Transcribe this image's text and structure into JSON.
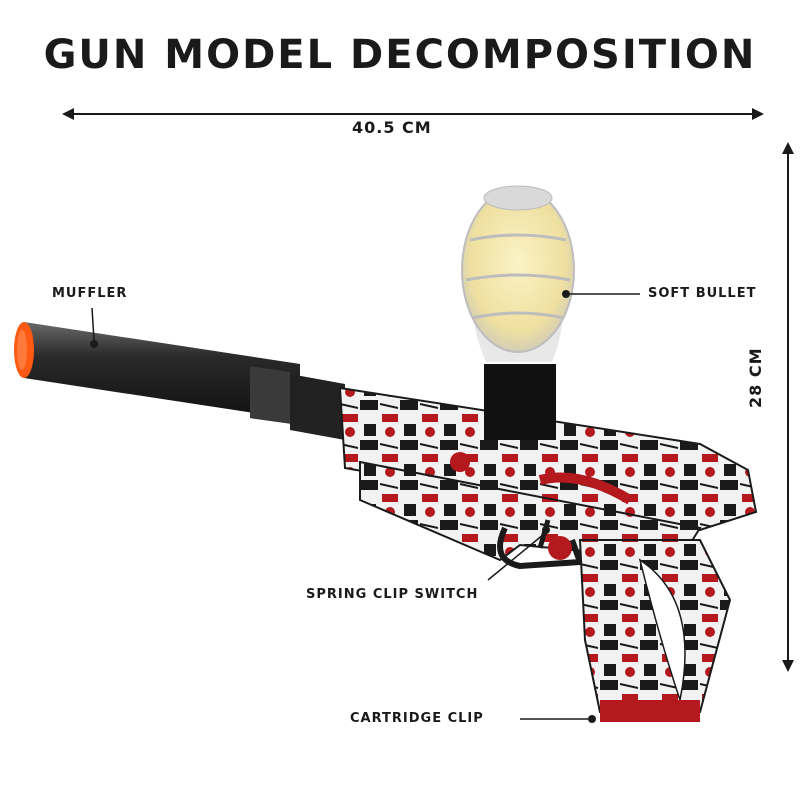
{
  "title": "GUN MODEL DECOMPOSITION",
  "dimensions": {
    "length": "40.5 CM",
    "height": "28 CM"
  },
  "callouts": {
    "muffler": "MUFFLER",
    "soft_bullet": "SOFT BULLET",
    "spring_clip_switch": "SPRING CLIP SWITCH",
    "cartridge_clip": "CARTRIDGE CLIP"
  },
  "colors": {
    "ink": "#1a1a1a",
    "accent_red": "#b3191d",
    "muzzle_orange": "#ff5a14",
    "hopper_yellow": "#f2e6a8"
  }
}
